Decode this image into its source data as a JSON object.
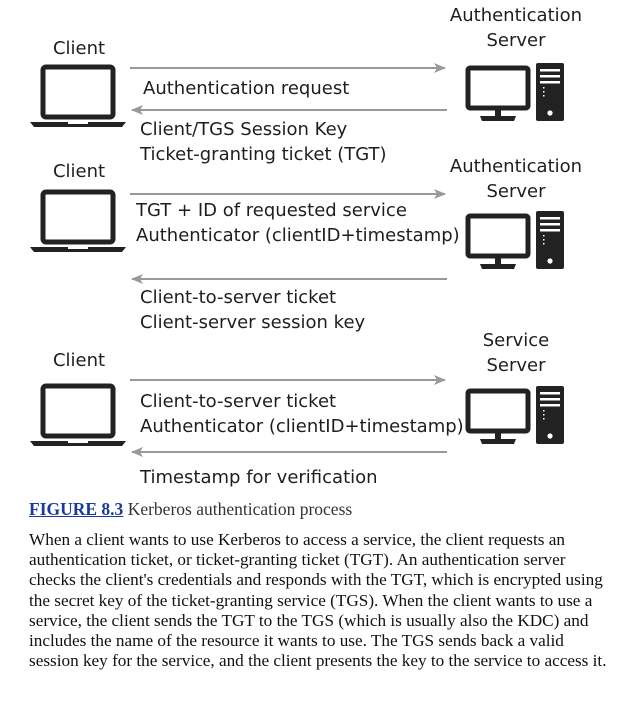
{
  "diagram": {
    "rows": [
      {
        "client_label": "Client",
        "server_label_lines": [
          "Authentication",
          "Server"
        ],
        "request_lines": [
          "Authentication request"
        ],
        "response_lines": [
          "Client/TGS Session Key",
          "Ticket-granting ticket (TGT)"
        ]
      },
      {
        "client_label": "Client",
        "server_label_lines": [
          "Authentication",
          "Server"
        ],
        "request_lines": [
          "TGT + ID of requested service",
          "Authenticator (clientID+timestamp)"
        ],
        "response_lines": [
          "Client-to-server ticket",
          "Client-server session key"
        ]
      },
      {
        "client_label": "Client",
        "server_label_lines": [
          "Service",
          "Server"
        ],
        "request_lines": [
          "Client-to-server ticket",
          "Authenticator (clientID+timestamp)"
        ],
        "response_lines": [
          "Timestamp for verification"
        ]
      }
    ],
    "colors": {
      "arrow": "#999999",
      "icon": "#222222",
      "text": "#1e1e1e"
    }
  },
  "caption": {
    "figure_label": "FIGURE 8.3",
    "text": "Kerberos authentication process"
  },
  "body_text": "When a client wants to use Kerberos to access a service, the client requests an authentication ticket, or ticket-granting ticket (TGT). An authentication server checks the client's credentials and responds with the TGT, which is encrypted using the secret key of the ticket-granting service (TGS). When the client wants to use a service, the client sends the TGT to the TGS (which is usually also the KDC) and includes the name of the resource it wants to use. The TGS sends back a valid session key for the service, and the client presents the key to the service to access it."
}
